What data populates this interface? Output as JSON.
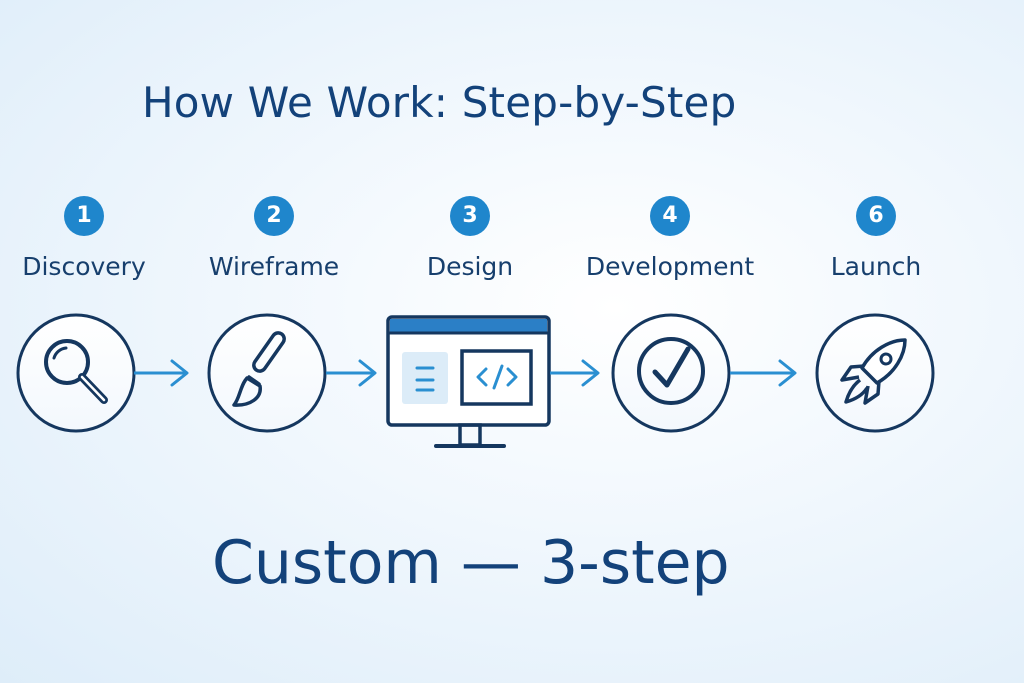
{
  "title": "How We Work: Step-by-Step",
  "steps": [
    {
      "number": "1",
      "label": "Discovery",
      "icon": "magnifier-icon"
    },
    {
      "number": "2",
      "label": "Wireframe",
      "icon": "paintbrush-icon"
    },
    {
      "number": "3",
      "label": "Design",
      "icon": "monitor-code-icon"
    },
    {
      "number": "4",
      "label": "Development",
      "icon": "checkmark-icon"
    },
    {
      "number": "6",
      "label": "Launch",
      "icon": "rocket-icon"
    }
  ],
  "footer": "Custom — 3-step",
  "colors": {
    "badge": "#1f86cc",
    "outline": "#15375f",
    "arrow": "#2a8fd1",
    "title": "#13427a",
    "screen_panel": "#dcecf8",
    "window_bar": "#2b7fc6"
  }
}
